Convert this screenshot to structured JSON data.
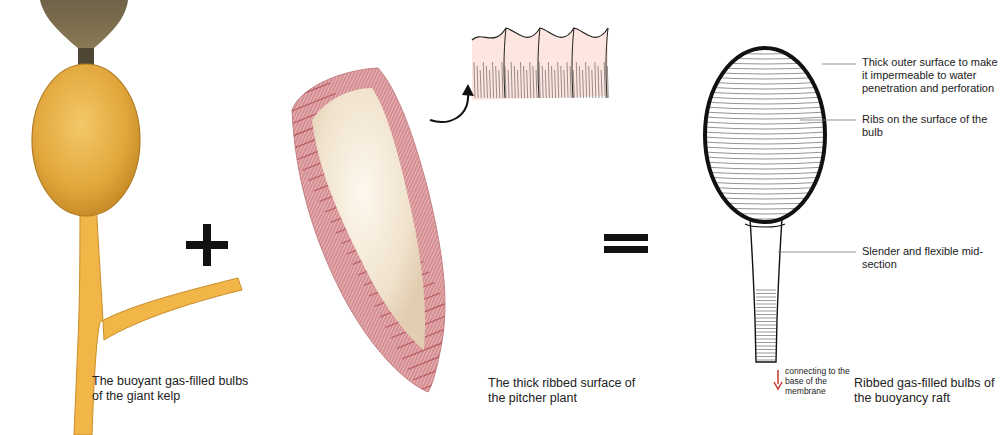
{
  "diagram": {
    "labels": [
      "The buoyant gas-filled bulbs of the giant kelp",
      "The thick ribbed surface of the pitcher plant",
      "Ribbed gas-filled bulbs of the buoyancy raft",
      "Thick outer surface to make it impermeable to water penetration and perforation",
      "Ribs on the surface of the bulb",
      "Slender and flexible mid-section",
      "connecting to the base of the membrane"
    ]
  }
}
